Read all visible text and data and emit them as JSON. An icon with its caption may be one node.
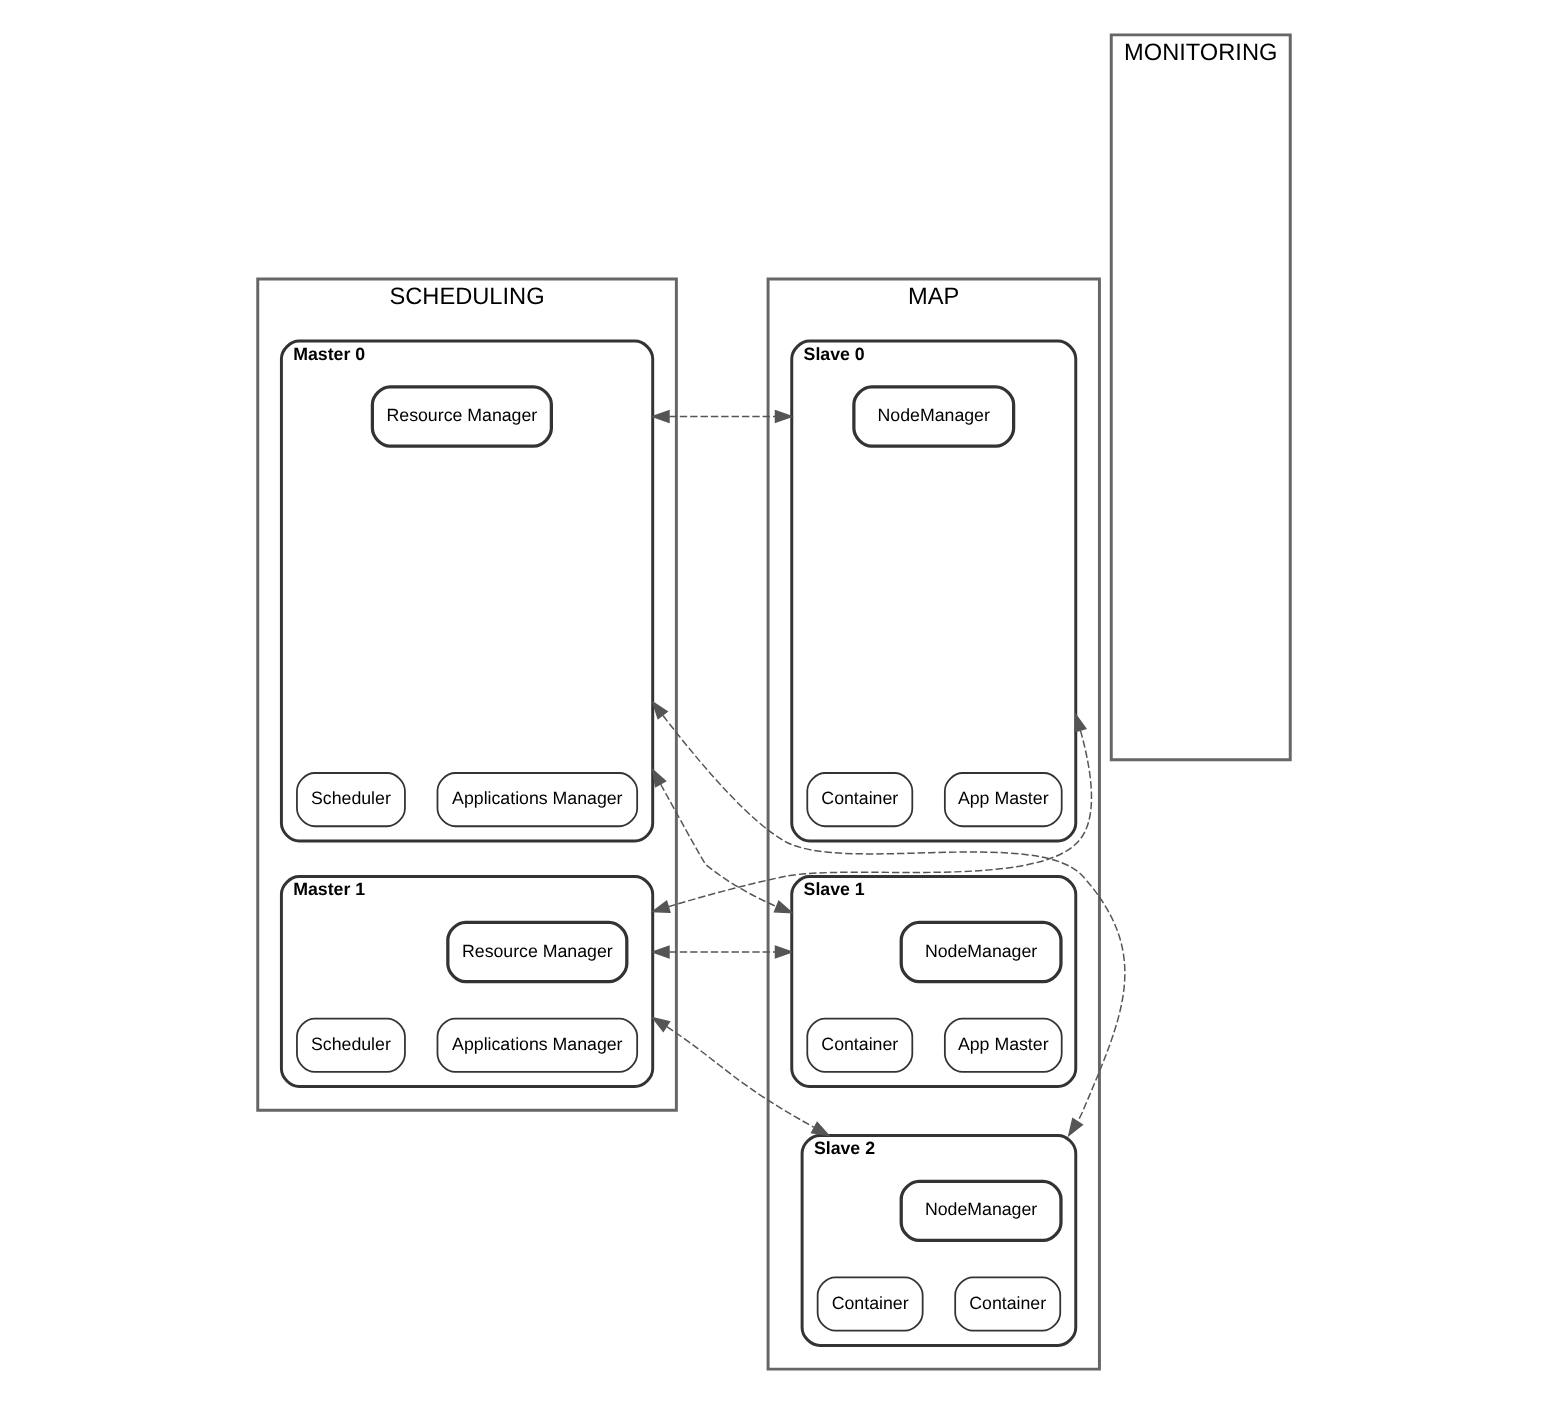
{
  "diagram": {
    "nodes": [
      {
        "text": [
          "SCHEDULING"
        ]
      },
      {
        "text": [
          "Master 0"
        ],
        "in": 0
      },
      {
        "text": [
          "Resource Manager"
        ],
        "in": 1
      },
      {
        "text": [
          "Scheduler"
        ],
        "in": 1
      },
      {
        "text": [
          "Applications Manager"
        ],
        "in": 1
      },
      {
        "text": [
          "Master 1"
        ],
        "in": 0
      },
      {
        "text": [
          "Resource Manager"
        ],
        "in": 5
      },
      {
        "text": [
          "Scheduler"
        ],
        "in": 5
      },
      {
        "text": [
          "Applications Manager"
        ],
        "in": 5
      },
      {
        "text": [
          "MONITORING"
        ]
      },
      {
        "text": [
          "MAP"
        ]
      },
      {
        "text": [
          "Slave 0"
        ],
        "in": 10
      },
      {
        "text": [
          "NodeManager"
        ],
        "in": 11
      },
      {
        "text": [
          "Container"
        ],
        "in": 11
      },
      {
        "text": [
          "App Master"
        ],
        "in": 11
      },
      {
        "text": [
          "Slave 1"
        ],
        "in": 10
      },
      {
        "text": [
          "NodeManager"
        ],
        "in": 15
      },
      {
        "text": [
          "Container"
        ],
        "in": 15
      },
      {
        "text": [
          "App Master"
        ],
        "in": 15
      },
      {
        "text": [
          "Slave 2"
        ],
        "in": 10
      },
      {
        "text": [
          "NodeManager"
        ],
        "in": 19
      },
      {
        "text": [
          "Container"
        ],
        "in": 19
      },
      {
        "text": [
          "Container"
        ],
        "in": 19
      }
    ],
    "edges": [
      {
        "from": 1,
        "to": 11,
        "arrow": "both",
        "style": "dashed"
      },
      {
        "from": 1,
        "to": 15,
        "arrow": "both",
        "style": "dashed"
      },
      {
        "from": 1,
        "to": 19,
        "arrow": "both",
        "style": "dashed"
      },
      {
        "from": 5,
        "to": 11,
        "arrow": "both",
        "style": "dashed"
      },
      {
        "from": 5,
        "to": 15,
        "arrow": "both",
        "style": "dashed"
      },
      {
        "from": 5,
        "to": 19,
        "arrow": "both",
        "style": "dashed"
      }
    ]
  }
}
